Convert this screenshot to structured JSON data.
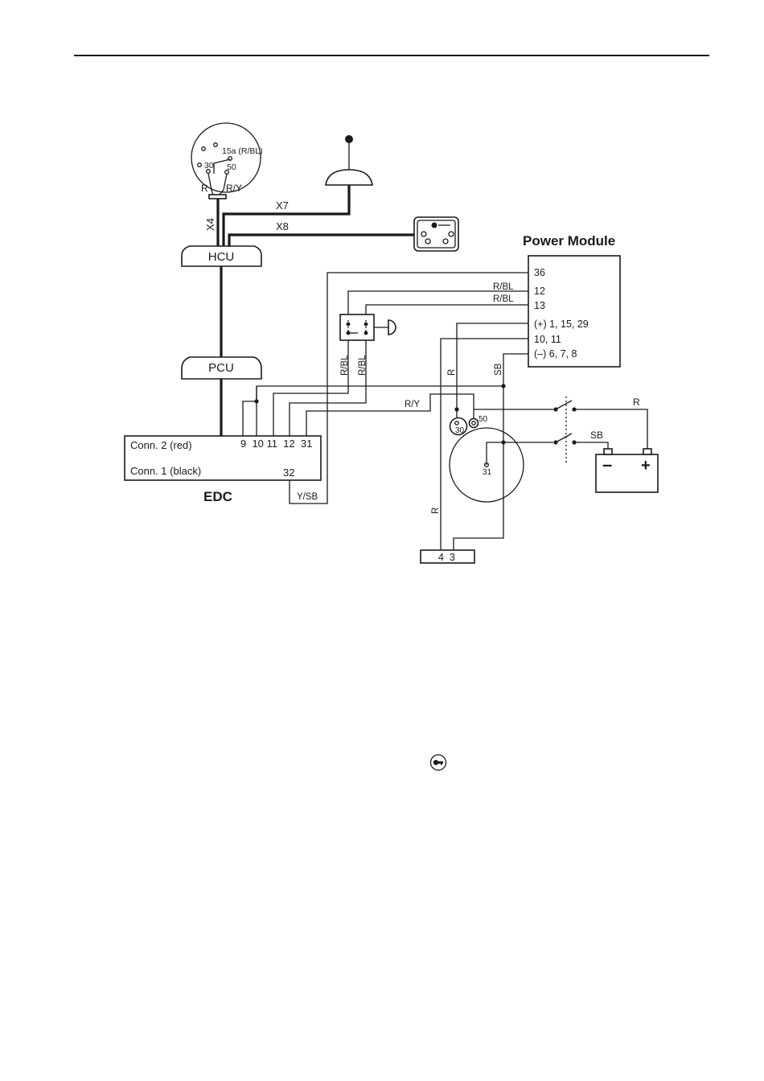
{
  "diagram": {
    "ignition_switch": {
      "terminal_15a": "15a (R/BL)",
      "terminal_30": "30",
      "terminal_50": "50",
      "wire_r": "R",
      "wire_ry": "R/Y"
    },
    "harness": {
      "x4": "X4",
      "x7": "X7",
      "x8": "X8"
    },
    "hcu": {
      "label": "HCU"
    },
    "pcu": {
      "label": "PCU"
    },
    "power_module": {
      "title": "Power Module",
      "pins": [
        "36",
        "12",
        "13",
        "(+) 1, 15, 29",
        "10, 11",
        "(–) 6, 7, 8"
      ],
      "wire_12": "R/BL",
      "wire_13": "R/BL"
    },
    "edc": {
      "title": "EDC",
      "conn2": "Conn. 2 (red)",
      "conn2_pins": "9  10 11  12  31",
      "conn1": "Conn. 1 (black)",
      "conn1_pin": "32",
      "wire_ysb": "Y/SB"
    },
    "wires": {
      "rbl_1": "R/BL",
      "rbl_2": "R/BL",
      "ry": "R/Y",
      "r_vertical": "R",
      "sb_vertical": "SB",
      "r_lower": "R",
      "r_battery": "R",
      "sb_battery": "SB"
    },
    "starter": {
      "t30": "30",
      "t50": "50",
      "t31": "31"
    },
    "connector_43": {
      "pins": "4  3"
    },
    "battery": {
      "minus": "–",
      "plus": "+"
    }
  }
}
